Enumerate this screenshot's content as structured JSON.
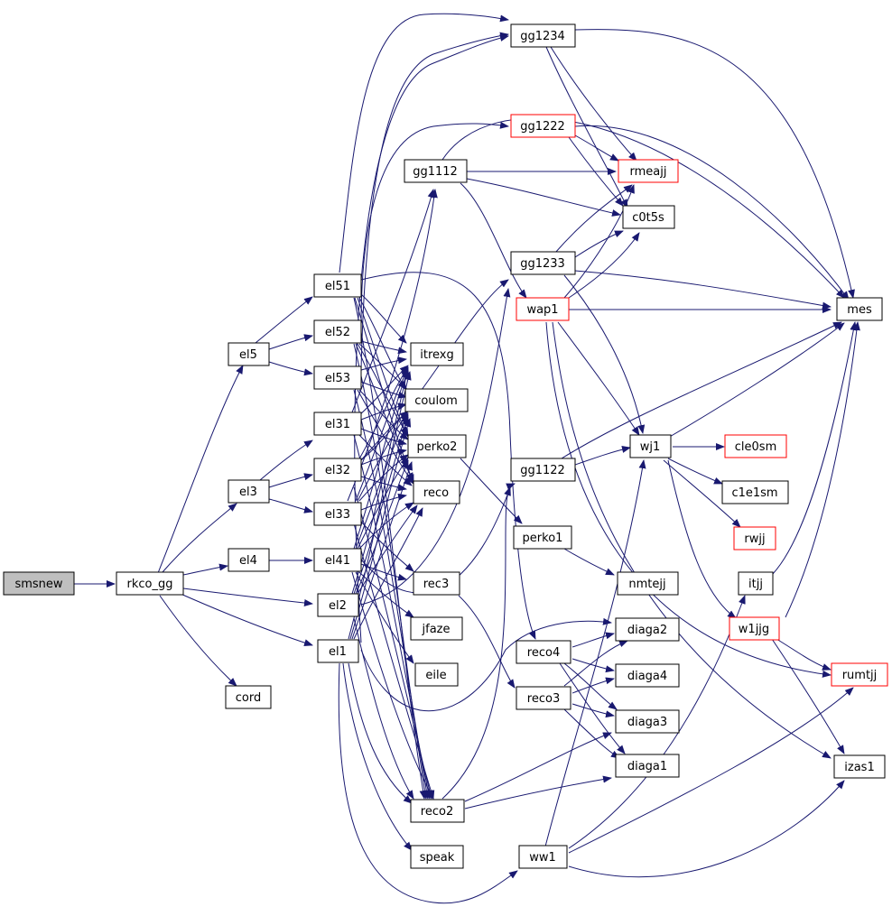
{
  "nodes": {
    "smsnew": "smsnew",
    "rkco_gg": "rkco_gg",
    "cord": "cord",
    "el5": "el5",
    "el3": "el3",
    "el4": "el4",
    "el51": "el51",
    "el52": "el52",
    "el53": "el53",
    "el31": "el31",
    "el32": "el32",
    "el33": "el33",
    "el41": "el41",
    "el2": "el2",
    "el1": "el1",
    "itrexg": "itrexg",
    "coulom": "coulom",
    "perko2": "perko2",
    "reco": "reco",
    "rec3": "rec3",
    "jfaze": "jfaze",
    "eile": "eile",
    "reco2": "reco2",
    "speak": "speak",
    "gg1234": "gg1234",
    "gg1222": "gg1222",
    "gg1112": "gg1112",
    "gg1233": "gg1233",
    "wap1": "wap1",
    "gg1122": "gg1122",
    "perko1": "perko1",
    "reco4": "reco4",
    "reco3": "reco3",
    "ww1": "ww1",
    "rmeajj": "rmeajj",
    "c0t5s": "c0t5s",
    "wj1": "wj1",
    "nmtejj": "nmtejj",
    "diaga2": "diaga2",
    "diaga4": "diaga4",
    "diaga3": "diaga3",
    "diaga1": "diaga1",
    "cle0sm": "cle0sm",
    "c1e1sm": "c1e1sm",
    "rwjj": "rwjj",
    "itjj": "itjj",
    "w1jjg": "w1jjg",
    "mes": "mes",
    "rumtjj": "rumtjj",
    "izas1": "izas1"
  },
  "colors": {
    "edge": "#191970",
    "node_border": "#000000",
    "node_border_highlight": "#ff0000",
    "root_fill": "#bfbfbf"
  }
}
